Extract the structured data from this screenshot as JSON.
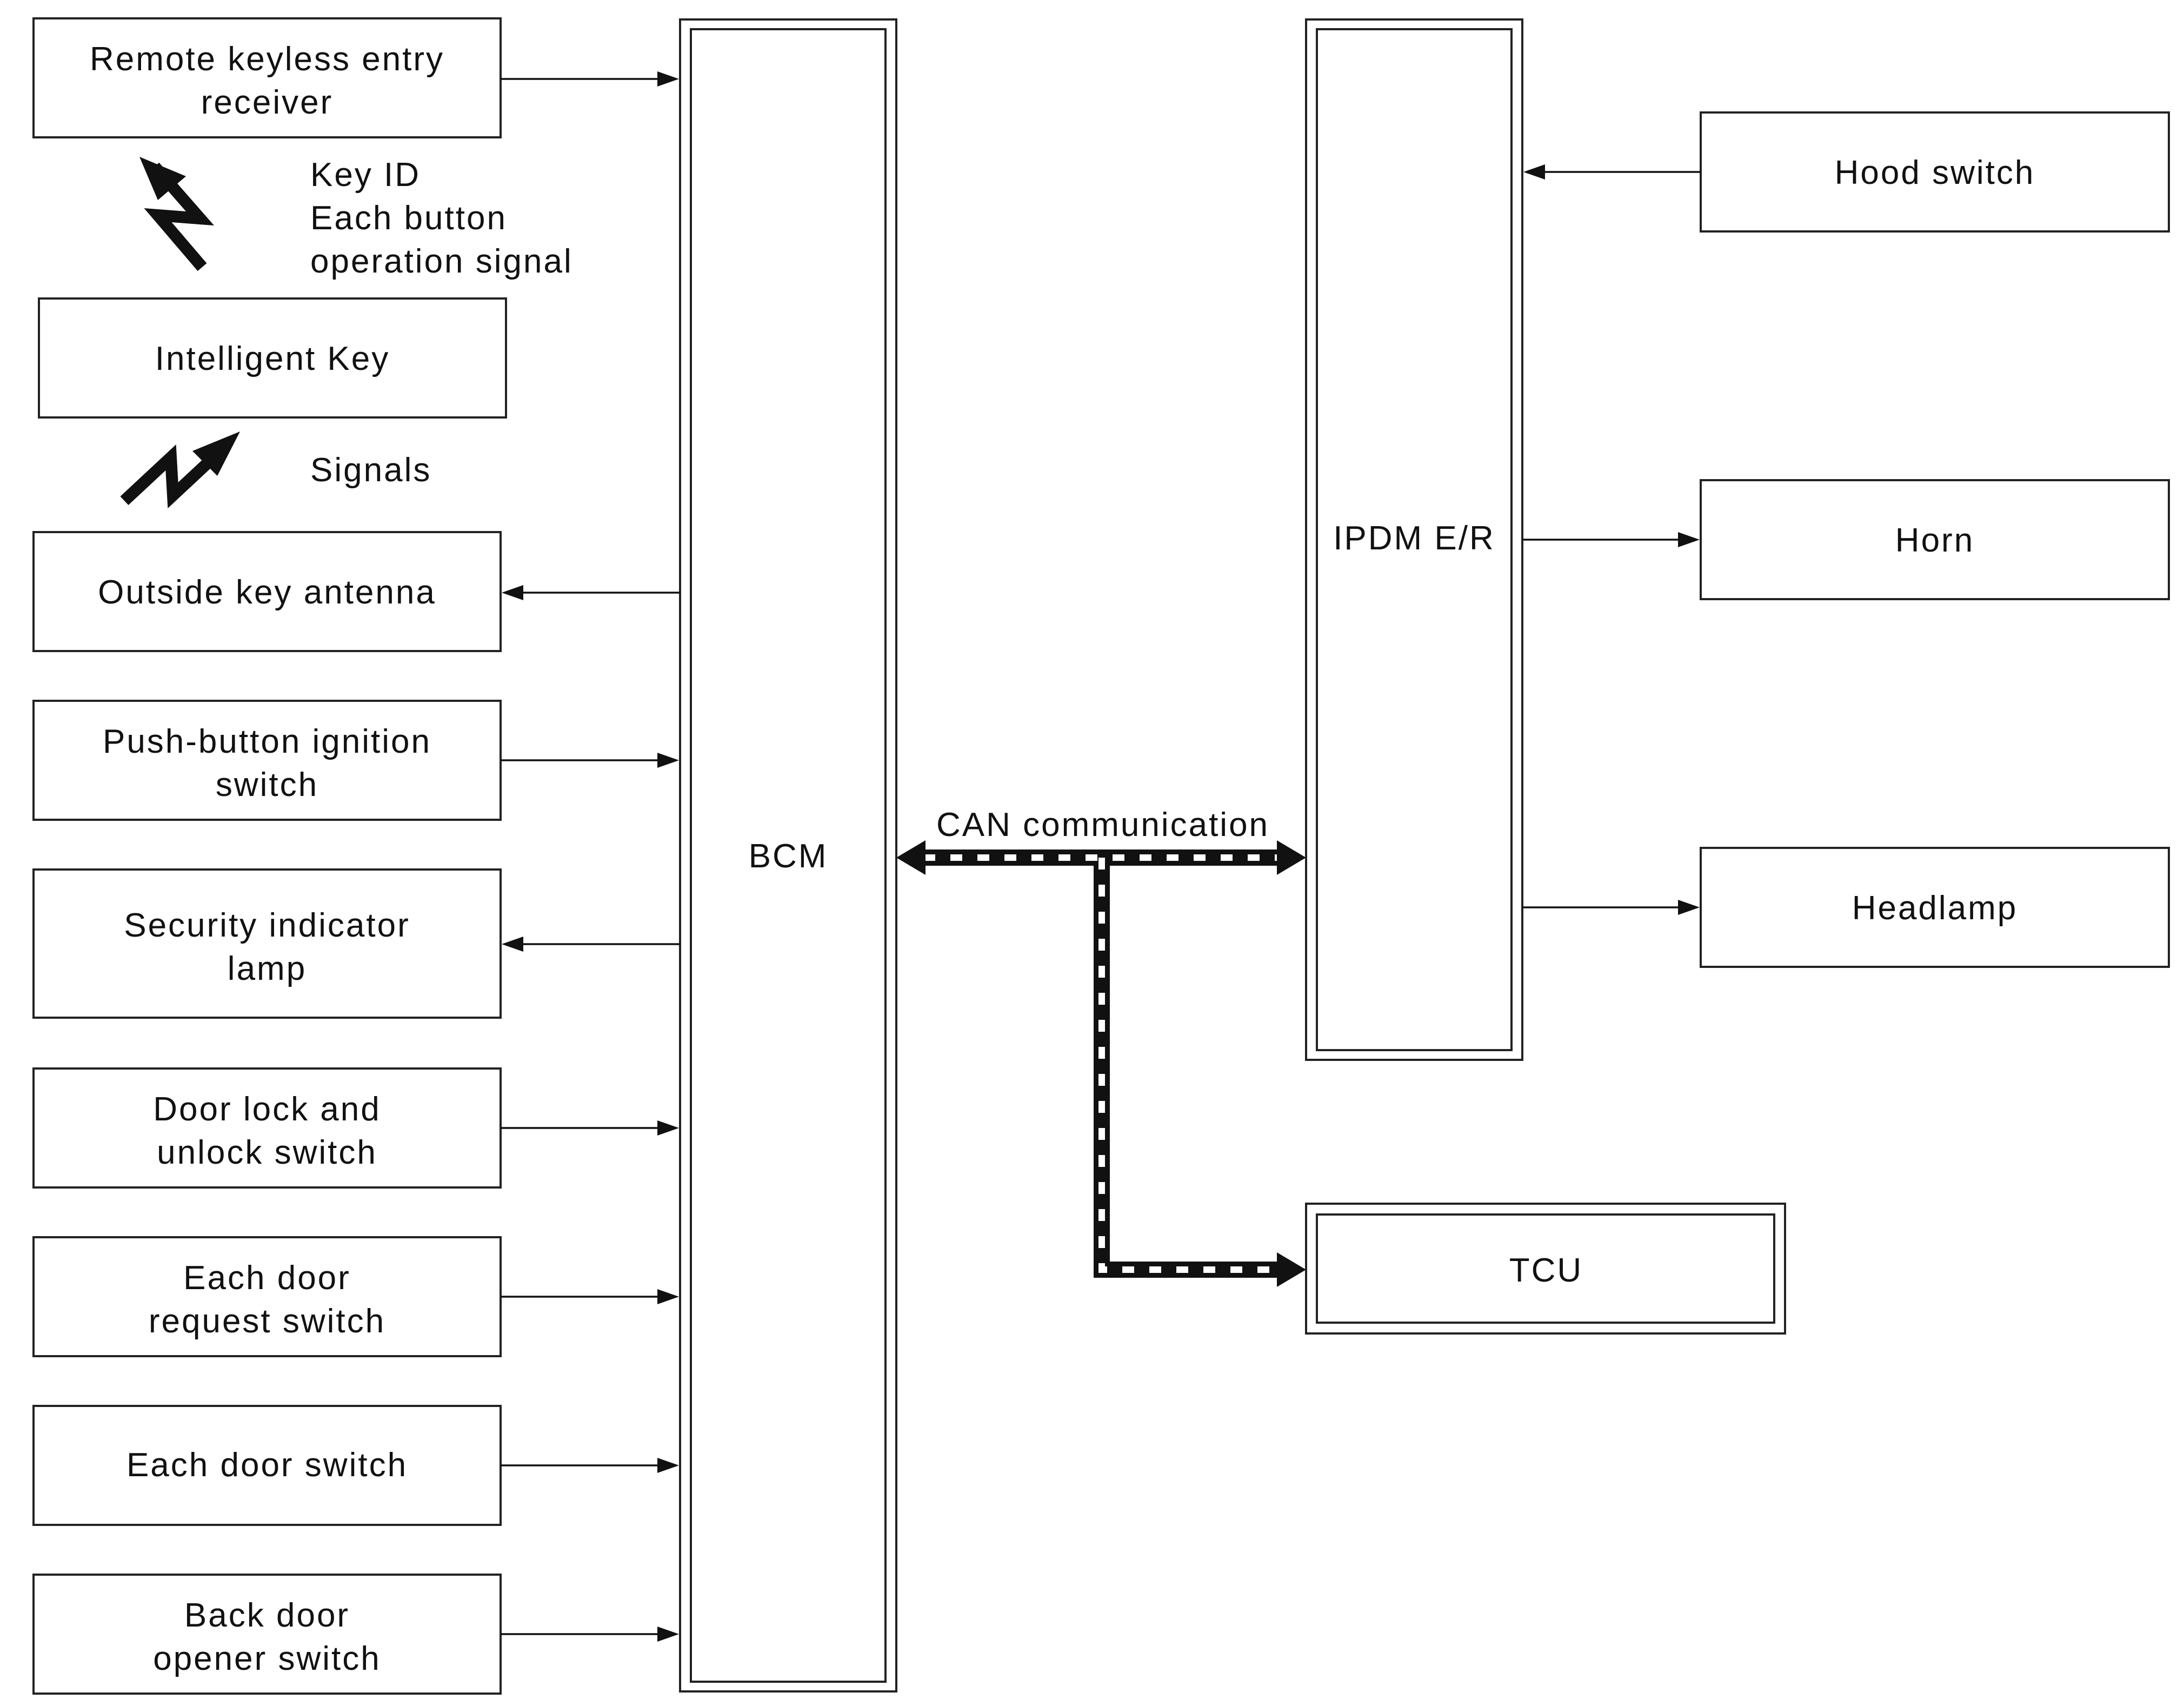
{
  "title": "",
  "inputs_left": [
    {
      "id": "remote-keyless-entry-receiver",
      "lines": [
        "Remote keyless entry",
        "receiver"
      ],
      "direction": "to-bcm"
    },
    {
      "id": "intelligent-key",
      "lines": [
        "Intelligent Key"
      ]
    },
    {
      "id": "outside-key-antenna",
      "lines": [
        "Outside key antenna"
      ],
      "direction": "from-bcm"
    },
    {
      "id": "push-button-ignition-switch",
      "lines": [
        "Push-button ignition",
        "switch"
      ],
      "direction": "to-bcm"
    },
    {
      "id": "security-indicator-lamp",
      "lines": [
        "Security indicator",
        "lamp"
      ],
      "direction": "from-bcm"
    },
    {
      "id": "door-lock-unlock-switch",
      "lines": [
        "Door lock and",
        "unlock switch"
      ],
      "direction": "to-bcm"
    },
    {
      "id": "each-door-request-switch",
      "lines": [
        "Each door",
        "request switch"
      ],
      "direction": "to-bcm"
    },
    {
      "id": "each-door-switch",
      "lines": [
        "Each door switch"
      ],
      "direction": "to-bcm"
    },
    {
      "id": "back-door-opener-switch",
      "lines": [
        "Back door",
        "opener switch"
      ],
      "direction": "to-bcm"
    }
  ],
  "signals": {
    "key_id_lines": [
      "Key ID",
      "Each button",
      "operation signal"
    ],
    "signals_label": "Signals"
  },
  "bcm": {
    "label": "BCM"
  },
  "can": {
    "label": "CAN communication"
  },
  "ipdm": {
    "label": "IPDM E/R"
  },
  "tcu": {
    "label": "TCU"
  },
  "outputs_right": [
    {
      "id": "hood-switch",
      "lines": [
        "Hood switch"
      ],
      "direction": "to-ipdm"
    },
    {
      "id": "horn",
      "lines": [
        "Horn"
      ],
      "direction": "from-ipdm"
    },
    {
      "id": "headlamp",
      "lines": [
        "Headlamp"
      ],
      "direction": "from-ipdm"
    }
  ],
  "colors": {
    "line": "#111111",
    "box_border": "#222222",
    "background": "#ffffff",
    "can_dash": "#ffffff"
  }
}
